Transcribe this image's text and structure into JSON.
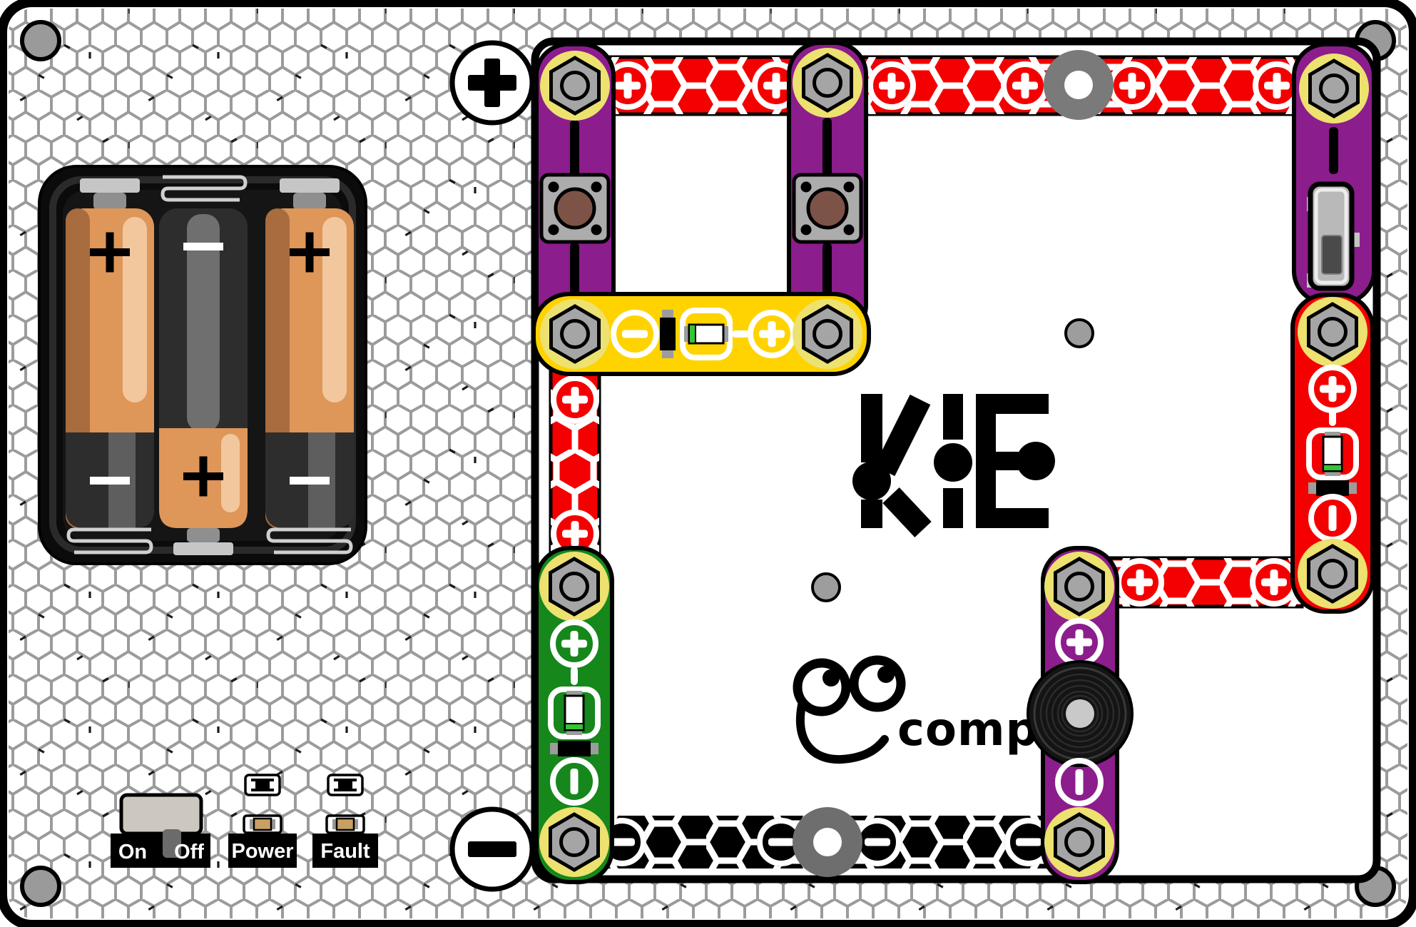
{
  "device": {
    "type": "electronics-learning-kit-board",
    "logo_text": "KIE",
    "brand_text": "complu",
    "power_switch": {
      "on_label": "On",
      "off_label": "Off"
    },
    "indicators": {
      "power_label": "Power",
      "fault_label": "Fault"
    },
    "terminals": {
      "positive": "+",
      "negative": "−"
    },
    "battery_compartment": {
      "battery_count": 3,
      "batteries": [
        {
          "position": "left",
          "orientation": "positive-up",
          "plus_symbol": "+",
          "minus_symbol": "−"
        },
        {
          "position": "middle",
          "orientation": "negative-up",
          "plus_symbol": "+",
          "minus_symbol": "−"
        },
        {
          "position": "right",
          "orientation": "positive-up",
          "plus_symbol": "+",
          "minus_symbol": "−"
        }
      ]
    },
    "wire_markers": {
      "positive": "+",
      "negative": "−"
    },
    "modules": {
      "pushbuttons": 2,
      "slide_switch": 1,
      "fuse_module": 1,
      "green_led_module": 1,
      "red_led_module": 1,
      "buzzer_module": 1
    },
    "colors": {
      "wire_red": "#F40000",
      "wire_black": "#000000",
      "module_purple": "#8C1D8C",
      "module_green": "#15871B",
      "module_red": "#F40000",
      "fuse_yellow": "#FFD300",
      "nut_ring_yellow": "#EDE170",
      "mesh_gray": "#9B9B9B",
      "battery_orange": "#DE9659"
    }
  }
}
